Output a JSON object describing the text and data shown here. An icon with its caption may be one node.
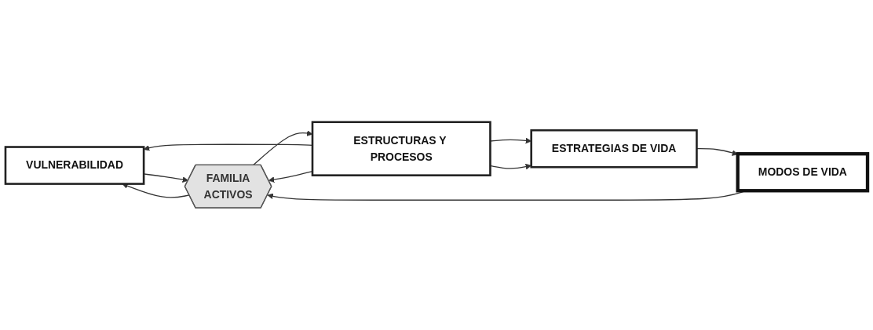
{
  "diagram": {
    "nodes": [
      {
        "text": [
          "VULNERABILIDAD"
        ]
      },
      {
        "text": [
          "FAMILIA",
          "ACTIVOS"
        ]
      },
      {
        "text": [
          "ESTRUCTURAS Y PROCESOS"
        ]
      },
      {
        "text": [
          "ESTRATEGIAS DE VIDA"
        ]
      },
      {
        "text": [
          "MODOS DE VIDA"
        ]
      }
    ],
    "edges": [
      {
        "from": 2,
        "to": 0,
        "arrow": "to"
      },
      {
        "from": 0,
        "to": 1,
        "arrow": "to"
      },
      {
        "from": 1,
        "to": 0,
        "arrow": "to"
      },
      {
        "from": 1,
        "to": 2,
        "arrow": "to"
      },
      {
        "from": 2,
        "to": 1,
        "arrow": "to"
      },
      {
        "from": 2,
        "to": 3,
        "arrow": "to"
      },
      {
        "from": 2,
        "to": 3,
        "arrow": "to"
      },
      {
        "from": 3,
        "to": 4,
        "arrow": "to"
      },
      {
        "from": 4,
        "to": 1,
        "arrow": "to"
      }
    ]
  }
}
